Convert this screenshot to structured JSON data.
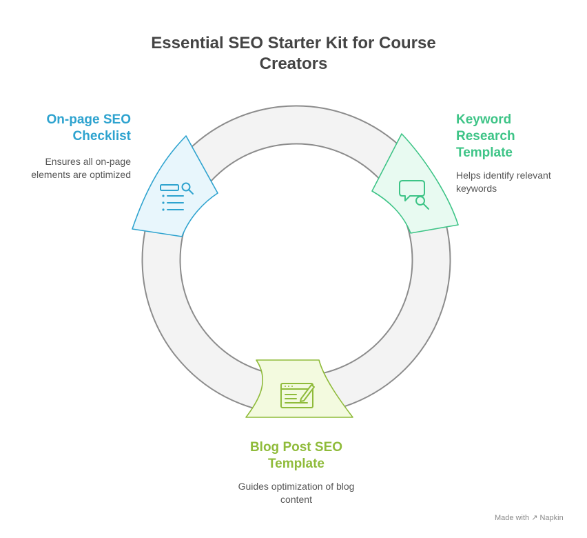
{
  "title": "Essential SEO Starter Kit for Course Creators",
  "nodes": [
    {
      "label": "On-page SEO Checklist",
      "description": "Ensures all on-page elements are optimized",
      "icon": "checklist-search-icon",
      "color": "#2ea3cf"
    },
    {
      "label": "Keyword Research Template",
      "description": "Helps identify relevant keywords",
      "icon": "chat-search-icon",
      "color": "#3ec487"
    },
    {
      "label": "Blog Post SEO Template",
      "description": "Guides optimization of blog content",
      "icon": "blog-edit-icon",
      "color": "#8fbb3a"
    }
  ],
  "footer": {
    "made_with": "Made with",
    "brand": "Napkin"
  }
}
